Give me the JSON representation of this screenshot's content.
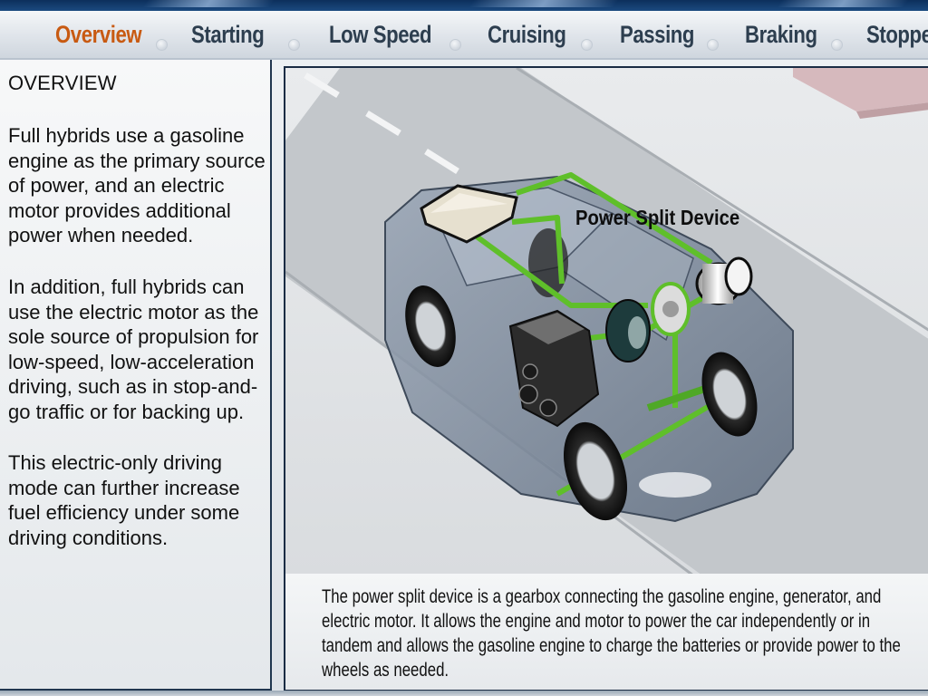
{
  "tabs": [
    {
      "label": "Overview",
      "active": true
    },
    {
      "label": "Starting",
      "active": false
    },
    {
      "label": "Low Speed",
      "active": false
    },
    {
      "label": "Cruising",
      "active": false
    },
    {
      "label": "Passing",
      "active": false
    },
    {
      "label": "Braking",
      "active": false
    },
    {
      "label": "Stopped",
      "active": false
    }
  ],
  "left_panel": {
    "heading": "OVERVIEW",
    "paragraphs": [
      "Full hybrids use a gasoline engine as the primary source of power, and an electric motor provides additional power when needed.",
      "In addition, full hybrids can use the electric motor as the sole source of propulsion for low-speed, low-acceleration driving, such as in stop-and-go traffic or for backing up.",
      "This electric-only driving mode can further increase fuel efficiency under some driving conditions."
    ]
  },
  "illustration": {
    "callout_label": "Power Split Device",
    "icon": "hybrid-car-drivetrain-illustration"
  },
  "caption": "The power split device is a gearbox connecting the gasoline engine, generator, and electric motor. It allows the engine and motor to power the car independently or in tandem and allows the gasoline engine to charge the batteries or provide power to the wheels as needed.",
  "colors": {
    "active_tab": "#c85a12",
    "inactive_tab": "#2d3e4f",
    "connector_green": "#5fbf2a",
    "frame_navy": "#1a2c44"
  }
}
